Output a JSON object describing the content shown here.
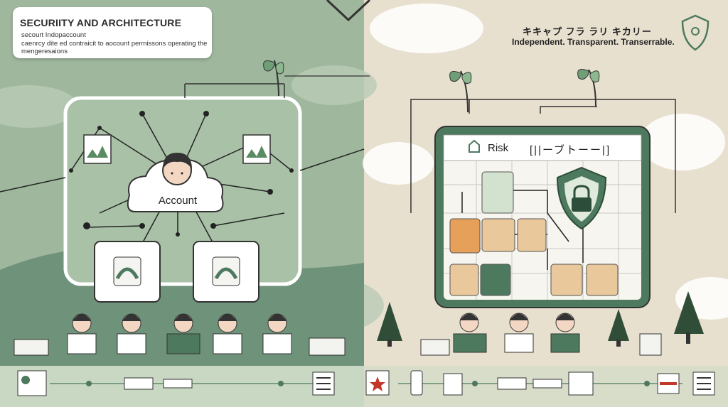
{
  "header": {
    "title": "SECURIITY AND ARCHITECTURE",
    "subtitle": "secourt Indopaccount",
    "description": "caenrcy dite ed contraicit to aocount permissons operating the mengeresaions"
  },
  "right_header": {
    "title": "キキャプ フラ ラリ キカリー",
    "tagline": "Independent. Transparent. Transerrable."
  },
  "left_diagram": {
    "center_label": "Account"
  },
  "right_diagram": {
    "risk_label": "Risk",
    "risk_code": "[||ーブトーー|]"
  },
  "colors": {
    "left_bg": "#9fb79d",
    "right_bg": "#e8e0cf",
    "accent_green": "#4d7a5f",
    "orange": "#e7a05a",
    "tan": "#e9c89b"
  }
}
